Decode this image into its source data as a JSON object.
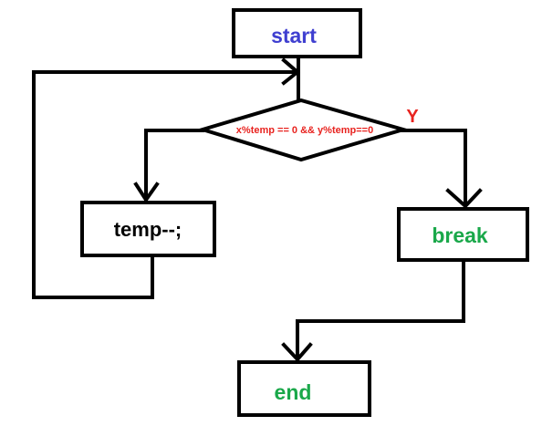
{
  "nodes": {
    "start": {
      "label": "start",
      "color": "#3f3fd0"
    },
    "condition": {
      "label": "x%temp == 0 && y%temp==0",
      "color": "#e8231f"
    },
    "decrement": {
      "label": "temp--;",
      "color": "#000000"
    },
    "break": {
      "label": "break",
      "color": "#1aa84a"
    },
    "end": {
      "label": "end",
      "color": "#1aa84a"
    }
  },
  "edges": {
    "yes_label": {
      "label": "Y",
      "color": "#e8231f"
    }
  }
}
